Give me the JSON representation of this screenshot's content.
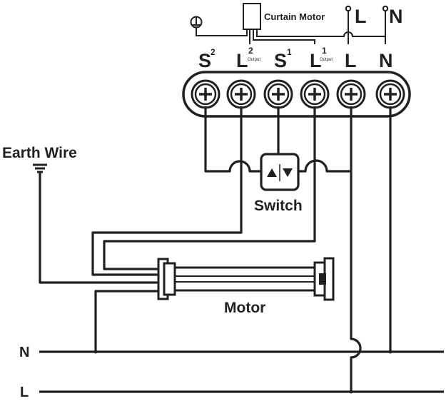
{
  "top": {
    "motor_label": "Curtain Motor",
    "supply_L": "L",
    "supply_N": "N"
  },
  "terminals": [
    {
      "main": "S",
      "sup": "2",
      "sub": ""
    },
    {
      "main": "L",
      "sup": "2",
      "sub": "Output"
    },
    {
      "main": "S",
      "sup": "1",
      "sub": ""
    },
    {
      "main": "L",
      "sup": "1",
      "sub": "Output"
    },
    {
      "main": "L",
      "sup": "",
      "sub": ""
    },
    {
      "main": "N",
      "sup": "",
      "sub": ""
    }
  ],
  "switch": {
    "label": "Switch"
  },
  "earth": {
    "label": "Earth Wire"
  },
  "motor": {
    "label": "Motor"
  },
  "rails": {
    "N": "N",
    "L": "L"
  }
}
